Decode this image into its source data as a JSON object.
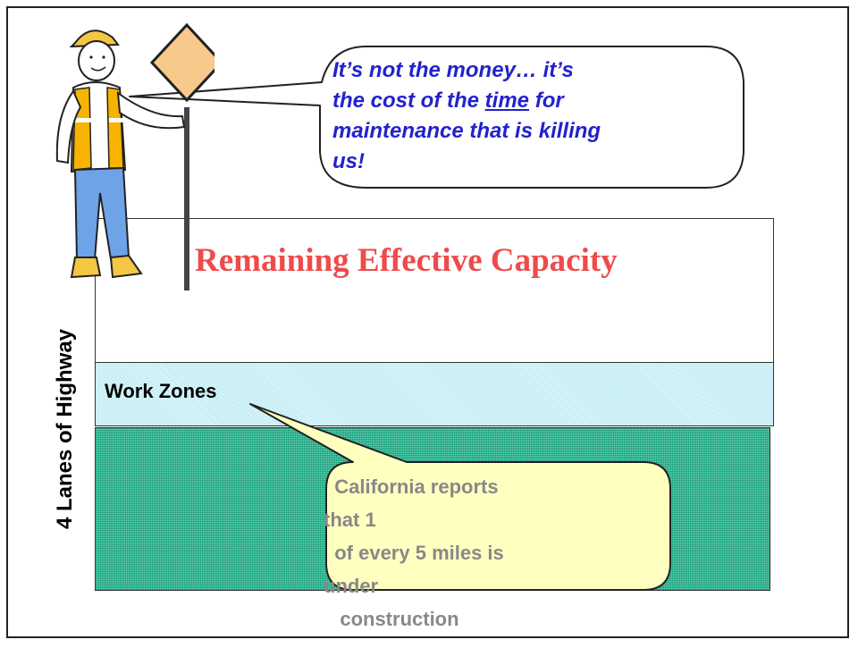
{
  "diagram": {
    "capacity_title": "Remaining Effective Capacity",
    "workzone_label": "Work Zones",
    "axis_label": "4 Lanes of Highway",
    "quote": {
      "line1": "It’s not the money… it’s",
      "line2_before": "the cost of the ",
      "line2_emphasis": "time",
      "line2_after": " for",
      "line3": "maintenance that is killing",
      "line4": "us!"
    },
    "callout": {
      "line1": "  California reports",
      "line2": "that 1",
      "line3": "  of every 5 miles is",
      "line4": "under",
      "line5": "   construction"
    },
    "colors": {
      "capacity_title": "#ee4b4b",
      "quote_text": "#2222cc",
      "workzone_band": "#d6f5fb",
      "construction_band": "#2dbf9a",
      "callout_fill": "#ffffc0",
      "callout_text": "#888888"
    },
    "icons": [
      "construction-worker-icon",
      "diamond-road-sign-icon"
    ]
  }
}
